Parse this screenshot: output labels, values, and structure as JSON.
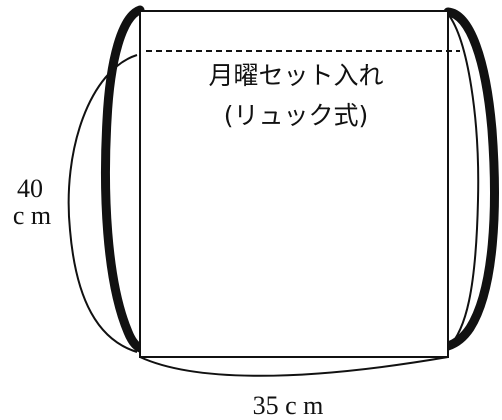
{
  "bag": {
    "title_line1": "月曜セット入れ",
    "title_line2": "(リュック式)"
  },
  "dimensions": {
    "height_value": "40",
    "height_unit": "c m",
    "width_label": "35 c m"
  }
}
